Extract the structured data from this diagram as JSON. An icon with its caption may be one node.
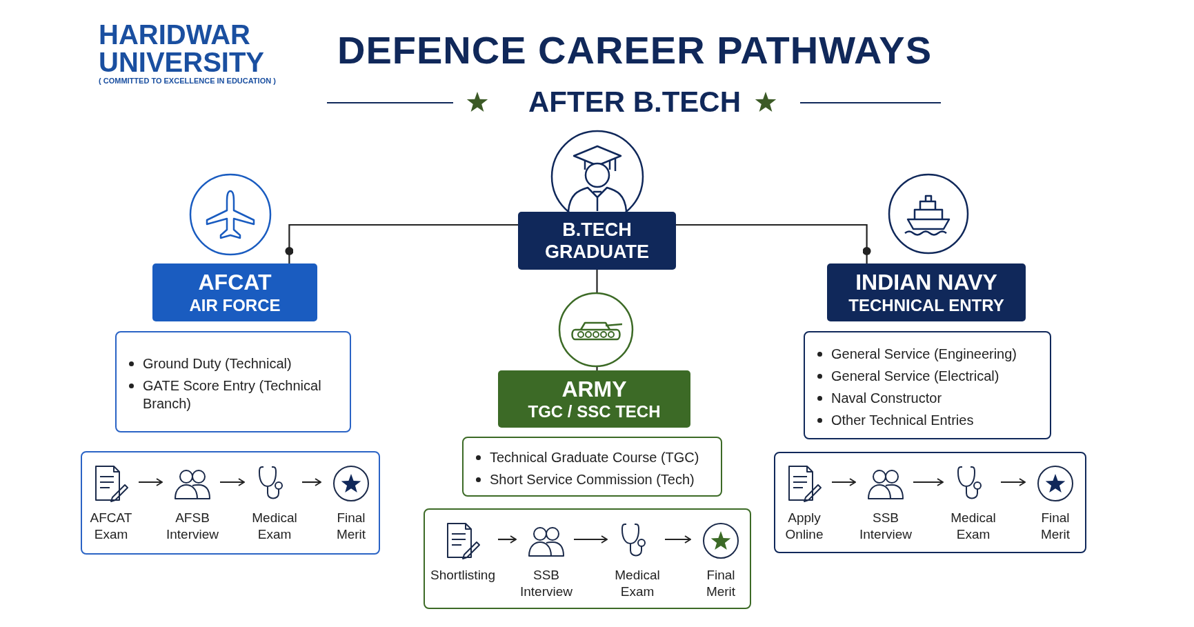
{
  "diagram": {
    "title": "DEFENCE CAREER PATHWAYS",
    "nodes": [
      {
        "text": [
          "B.TECH GRADUATE"
        ]
      },
      {
        "text": [
          "AFCAT",
          "AIR FORCE"
        ]
      },
      {
        "text": [
          "Ground Duty (Technical)",
          "GATE Score Entry (Technical Branch)"
        ]
      },
      {
        "text": [],
        "shape": "box"
      },
      {
        "text": [
          "AFCAT Exam"
        ],
        "in": 3
      },
      {
        "text": [
          "AFSB Interview"
        ],
        "in": 3
      },
      {
        "text": [
          "Medical Exam"
        ],
        "in": 3
      },
      {
        "text": [
          "Final Merit"
        ],
        "in": 3
      },
      {
        "text": [
          "ARMY",
          "TGC / SSC TECH"
        ]
      },
      {
        "text": [
          "Technical Graduate Course (TGC)",
          "Short Service Commission (Tech)"
        ]
      },
      {
        "text": [],
        "shape": "box"
      },
      {
        "text": [
          "Shortlisting"
        ],
        "in": 10
      },
      {
        "text": [
          "SSB Interview"
        ],
        "in": 10
      },
      {
        "text": [
          "Medical Exam"
        ],
        "in": 10
      },
      {
        "text": [
          "Final Merit"
        ],
        "in": 10
      },
      {
        "text": [
          "INDIAN NAVY",
          "TECHNICAL ENTRY"
        ]
      },
      {
        "text": [
          "General Service (Engineering)",
          "General Service (Electrical)",
          "Naval Constructor",
          "Other Technical Entries"
        ]
      },
      {
        "text": [],
        "shape": "box"
      },
      {
        "text": [
          "Apply Online"
        ],
        "in": 17
      },
      {
        "text": [
          "SSB Interview"
        ],
        "in": 17
      },
      {
        "text": [
          "Medical Exam"
        ],
        "in": 17
      },
      {
        "text": [
          "Final Merit"
        ],
        "in": 17
      }
    ],
    "edges": [
      {
        "from": 0,
        "to": 1,
        "arrow": "other"
      },
      {
        "from": 0,
        "to": 8,
        "arrow": "none"
      },
      {
        "from": 0,
        "to": 15,
        "arrow": "other"
      },
      {
        "from": 4,
        "to": 5,
        "arrow": "to"
      },
      {
        "from": 5,
        "to": 6,
        "arrow": "to"
      },
      {
        "from": 6,
        "to": 7,
        "arrow": "to"
      },
      {
        "from": 11,
        "to": 12,
        "arrow": "to"
      },
      {
        "from": 12,
        "to": 13,
        "arrow": "to"
      },
      {
        "from": 13,
        "to": 14,
        "arrow": "to"
      },
      {
        "from": 18,
        "to": 19,
        "arrow": "to"
      },
      {
        "from": 19,
        "to": 20,
        "arrow": "to"
      },
      {
        "from": 20,
        "to": 21,
        "arrow": "to"
      }
    ],
    "labels": [
      "HARIDWAR UNIVERSITY",
      "( COMMITTED TO EXCELLENCE IN EDUCATION )",
      "AFTER B.TECH"
    ]
  }
}
